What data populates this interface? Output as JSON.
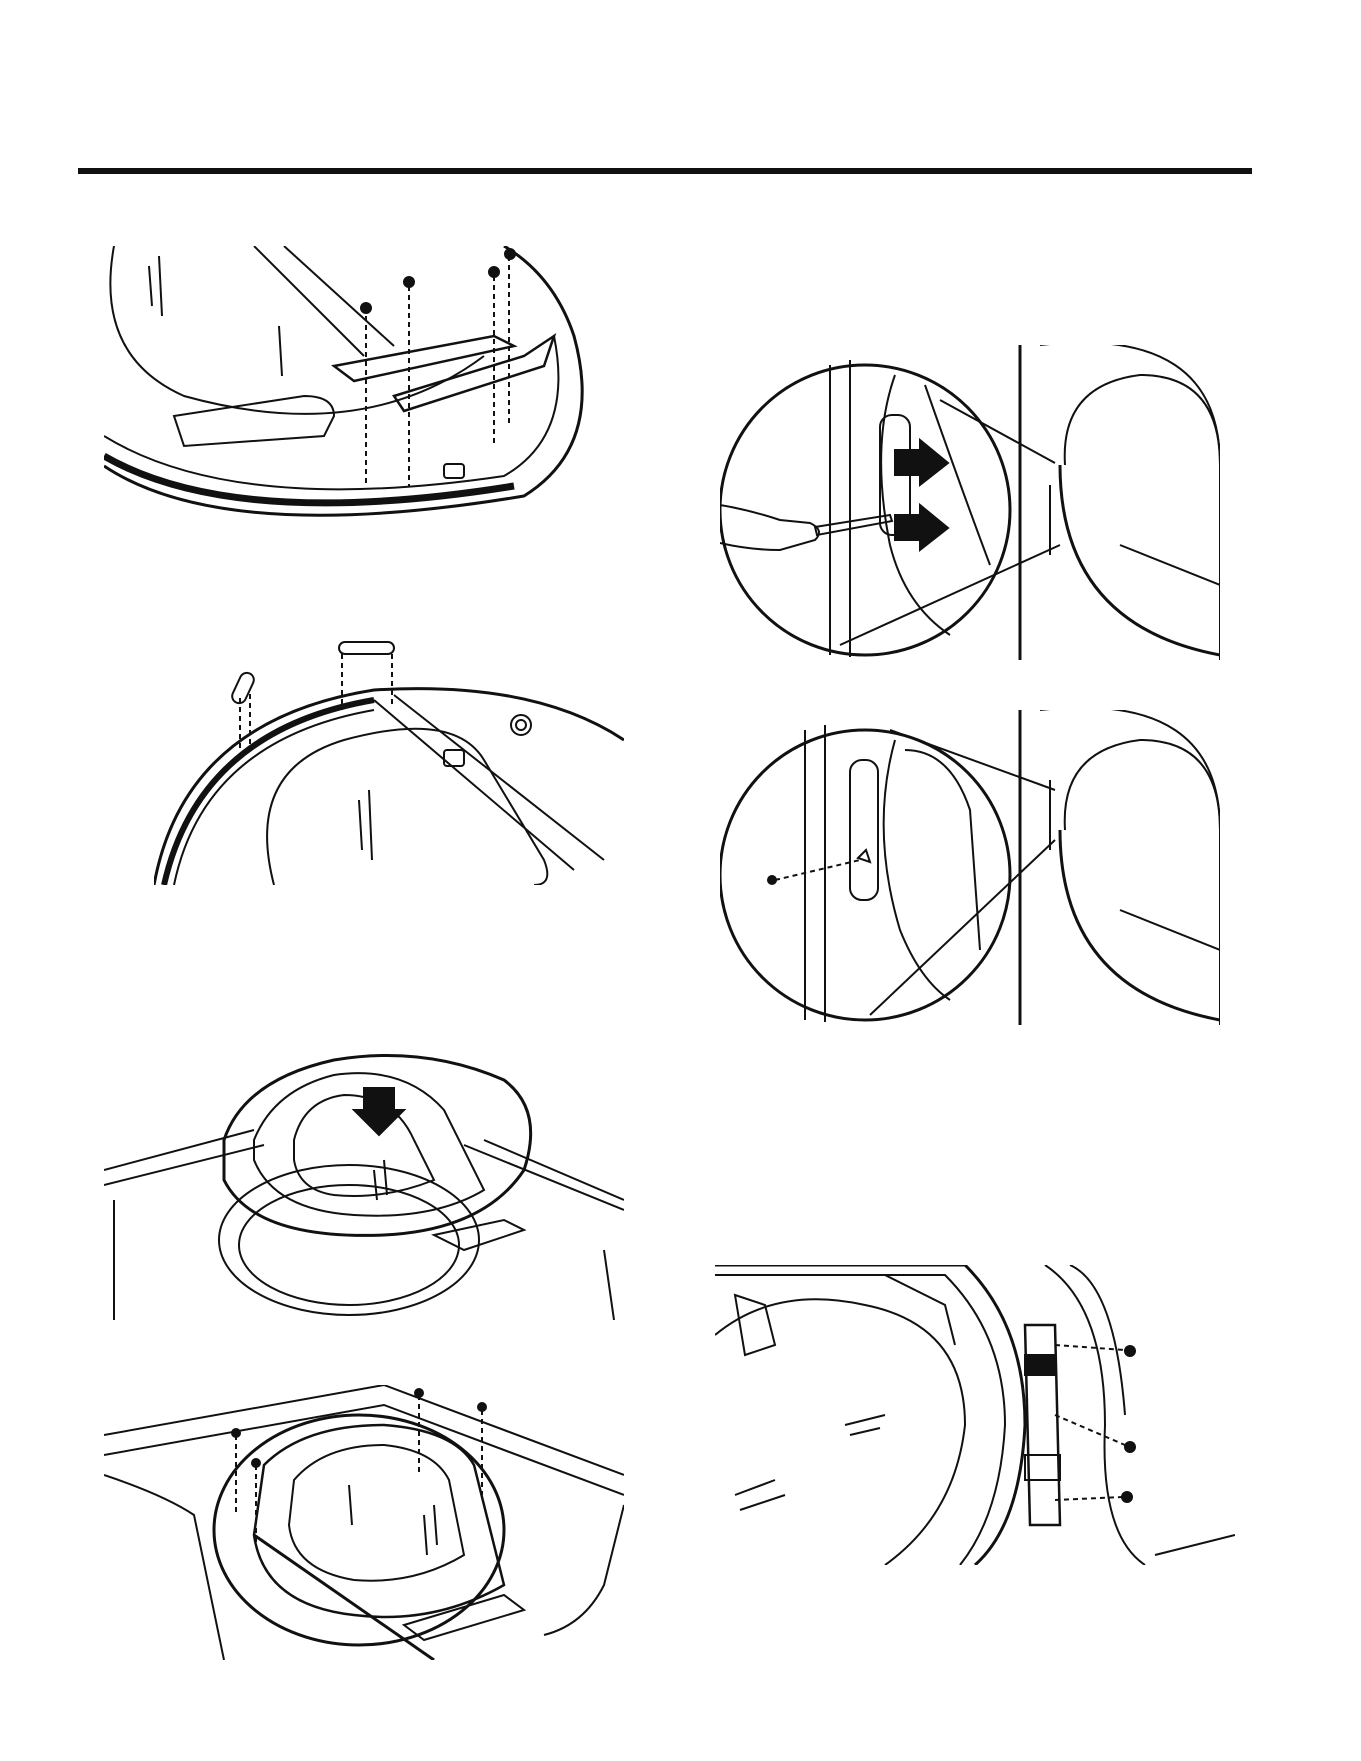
{
  "page": {
    "footer_text": ""
  },
  "figures": [
    {
      "id": "fig-1",
      "icon": "door-hinge-cover-screws-illustration"
    },
    {
      "id": "fig-2",
      "icon": "door-plug-caps-illustration"
    },
    {
      "id": "fig-3",
      "icon": "door-inner-frame-assembly-illustration"
    },
    {
      "id": "fig-4",
      "icon": "door-inner-frame-screws-illustration"
    },
    {
      "id": "fig-5",
      "icon": "door-strike-removal-screwdriver-illustration"
    },
    {
      "id": "fig-6",
      "icon": "door-strike-screw-illustration"
    },
    {
      "id": "fig-7",
      "icon": "door-hinge-screws-illustration"
    }
  ]
}
